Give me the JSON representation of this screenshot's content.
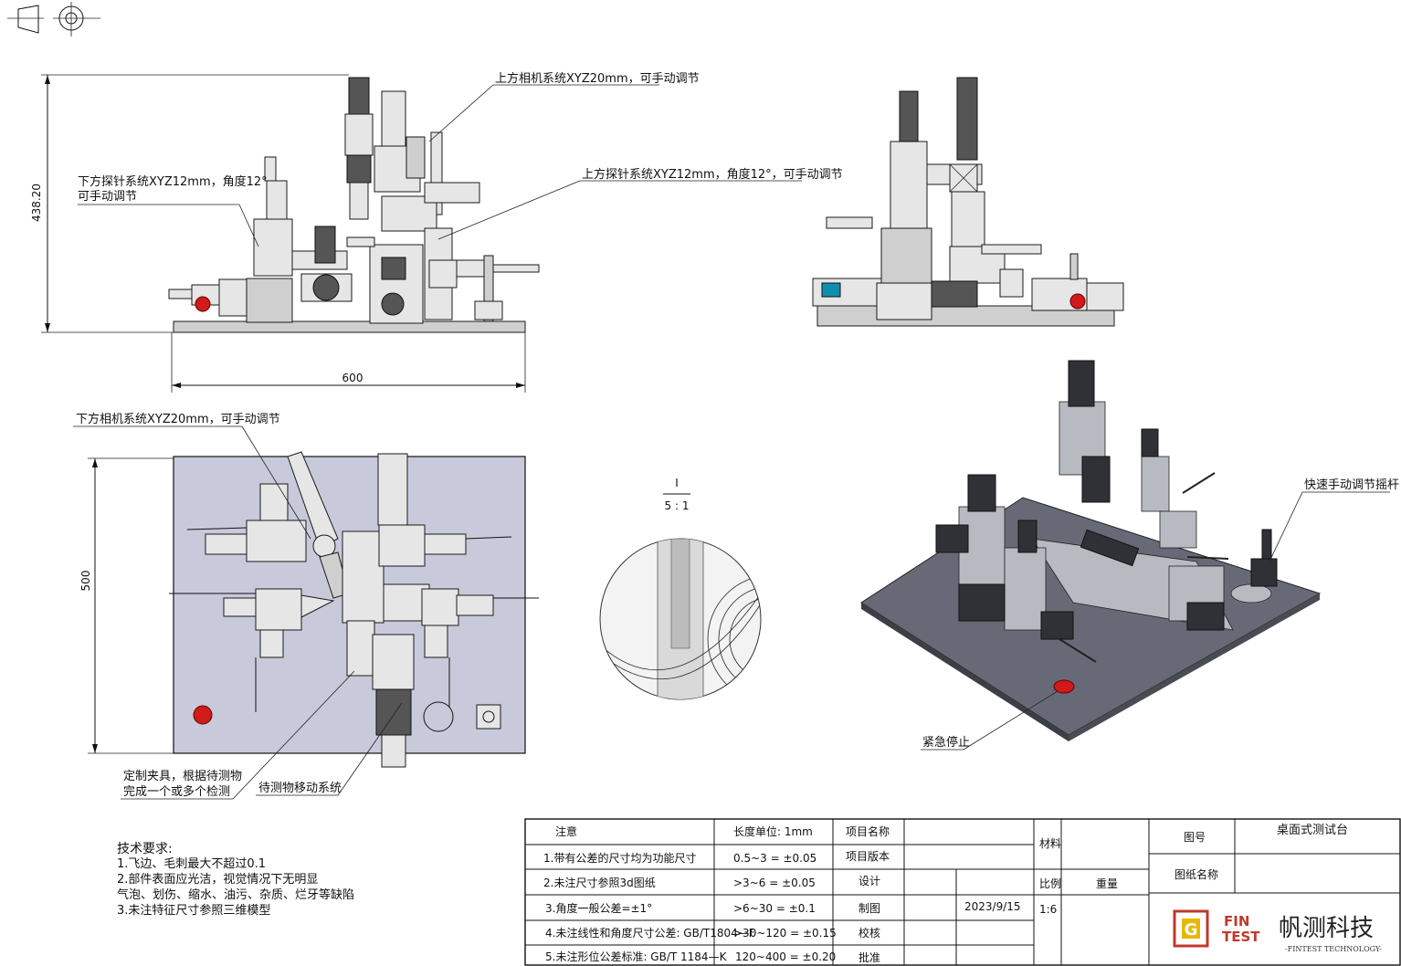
{
  "drawing": {
    "view_symbol": "projection-symbol",
    "dimensions": {
      "height": "438.20",
      "width": "600",
      "depth": "500"
    },
    "callouts": {
      "upper_camera": "上方相机系统XYZ20mm，可手动调节",
      "upper_probe": "上方探针系统XYZ12mm，角度12°，可手动调节",
      "lower_probe_line1": "下方探针系统XYZ12mm，角度12°",
      "lower_probe_line2": "可手动调节",
      "lower_camera": "下方相机系统XYZ20mm，可手动调节",
      "fixture_line1": "定制夹具，根据待测物",
      "fixture_line2": "完成一个或多个检测",
      "dut_motion": "待测物移动系统",
      "crank": "快速手动调节摇杆",
      "estop": "紧急停止"
    },
    "detail": {
      "label_top": "I",
      "scale": "5 : 1"
    },
    "tech_requirements": {
      "title": "技术要求:",
      "items": [
        "1.飞边、毛刺最大不超过0.1",
        "2.部件表面应光洁，视觉情况下无明显",
        "气泡、划伤、缩水、油污、杂质、烂牙等缺陷",
        "3.未注特征尺寸参照三维模型"
      ]
    }
  },
  "title_block": {
    "notes_header": "注意",
    "unit_header": "长度单位: 1mm",
    "notes": [
      "1.带有公差的尺寸均为功能尺寸",
      "2.未注尺寸参照3d图纸",
      "3.角度一般公差=±1°",
      "4.未注线性和角度尺寸公差: GB/T1804—F",
      "5.未注形位公差标准: GB/T 1184—K"
    ],
    "tolerances": [
      "0.5~3 = ±0.05",
      ">3~6 = ±0.05",
      ">6~30 = ±0.1",
      ">30~120 = ±0.15",
      "120~400 = ±0.20"
    ],
    "fields": {
      "project_name": "项目名称",
      "project_version": "项目版本",
      "design": "设计",
      "drafting": "制图",
      "check": "校核",
      "approve": "批准",
      "date": "2023/9/15",
      "material": "材料",
      "scale_label": "比例",
      "weight": "重量",
      "scale_value": "1:6",
      "drawing_no": "图号",
      "drawing_name": "图纸名称",
      "drawing_title": "桌面式测试台"
    },
    "company": {
      "logo_line1": "FIN",
      "logo_line2": "TEST",
      "name_cn": "帆测科技",
      "name_en": "-FINTEST TECHNOLOGY-"
    }
  }
}
